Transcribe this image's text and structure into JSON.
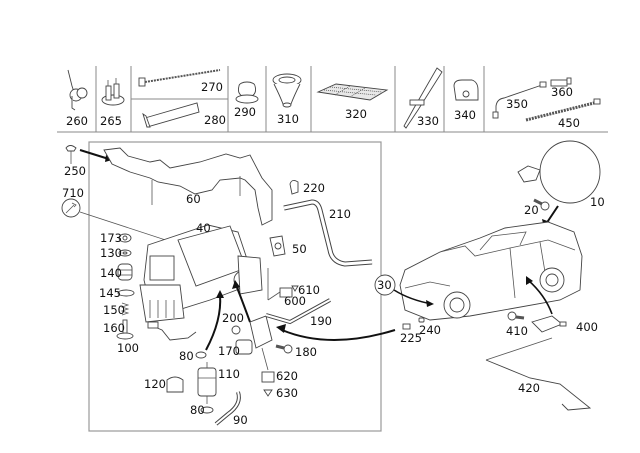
{
  "diagram": {
    "title": "Air suspension compressor parts diagram",
    "top_strip_labels": {
      "p260": "260",
      "p265": "265",
      "p270": "270",
      "p280": "280",
      "p290": "290",
      "p310": "310",
      "p320": "320",
      "p330": "330",
      "p340": "340",
      "p350": "350",
      "p360": "360",
      "p450": "450"
    },
    "box_labels": {
      "p250": "250",
      "p710": "710",
      "p60": "60",
      "p40": "40",
      "p173": "173",
      "p130": "130",
      "p140": "140",
      "p145": "145",
      "p150": "150",
      "p160": "160",
      "p100": "100",
      "p80a": "80",
      "p80b": "80",
      "p110": "110",
      "p120": "120",
      "p90": "90",
      "p170": "170",
      "p200": "200",
      "p220": "220",
      "p210": "210",
      "p50": "50",
      "p610": "610",
      "p600": "600",
      "p190": "190",
      "p180": "180",
      "p620": "620",
      "p630": "630"
    },
    "right_labels": {
      "p10": "10",
      "p20": "20",
      "p30": "30",
      "p225": "225",
      "p240": "240",
      "p410": "410",
      "p400": "400",
      "p420": "420"
    }
  }
}
